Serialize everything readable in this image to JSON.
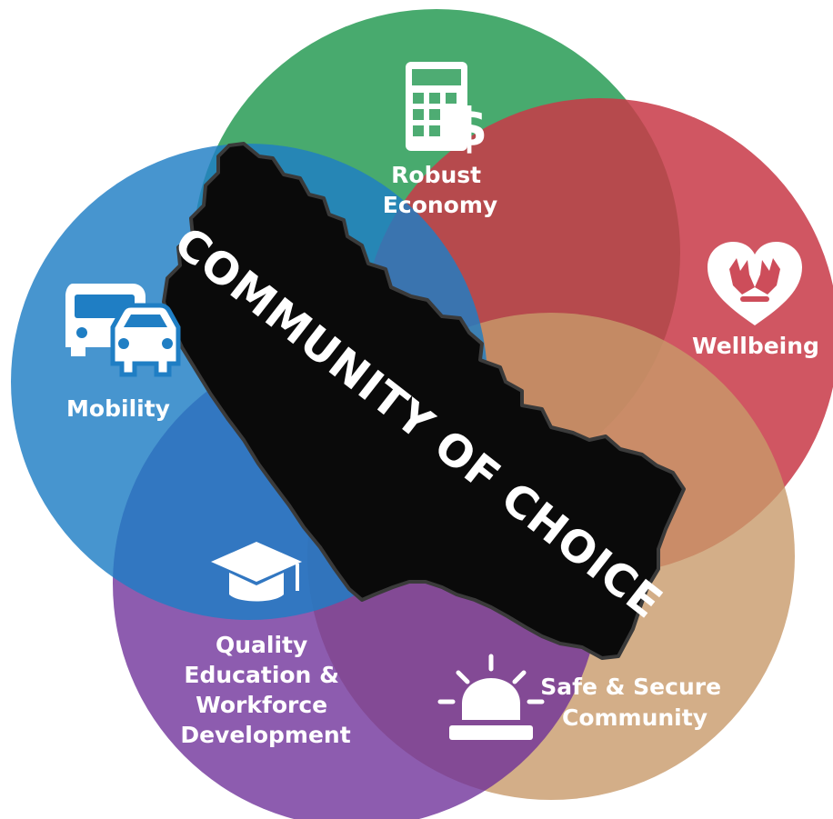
{
  "center": {
    "title": "COMMUNITY OF CHOICE",
    "color": "#0a0a0a"
  },
  "pillars": [
    {
      "id": "robust-economy",
      "lines": [
        "Robust",
        "Economy"
      ],
      "color": "#2f9e5a",
      "icon": "calculator-dollar-icon"
    },
    {
      "id": "wellbeing",
      "lines": [
        "Wellbeing"
      ],
      "color": "#c83a48",
      "icon": "heart-hands-icon"
    },
    {
      "id": "safe-secure",
      "lines": [
        "Safe & Secure",
        "Community"
      ],
      "color": "#c89a6a",
      "icon": "siren-light-icon"
    },
    {
      "id": "quality-education",
      "lines": [
        "Quality",
        "Education &",
        "Workforce",
        "Development"
      ],
      "color": "#7a3fa0",
      "icon": "graduation-cap-icon"
    },
    {
      "id": "mobility",
      "lines": [
        "Mobility"
      ],
      "color": "#2b86c8",
      "icon": "bus-car-icon"
    }
  ]
}
